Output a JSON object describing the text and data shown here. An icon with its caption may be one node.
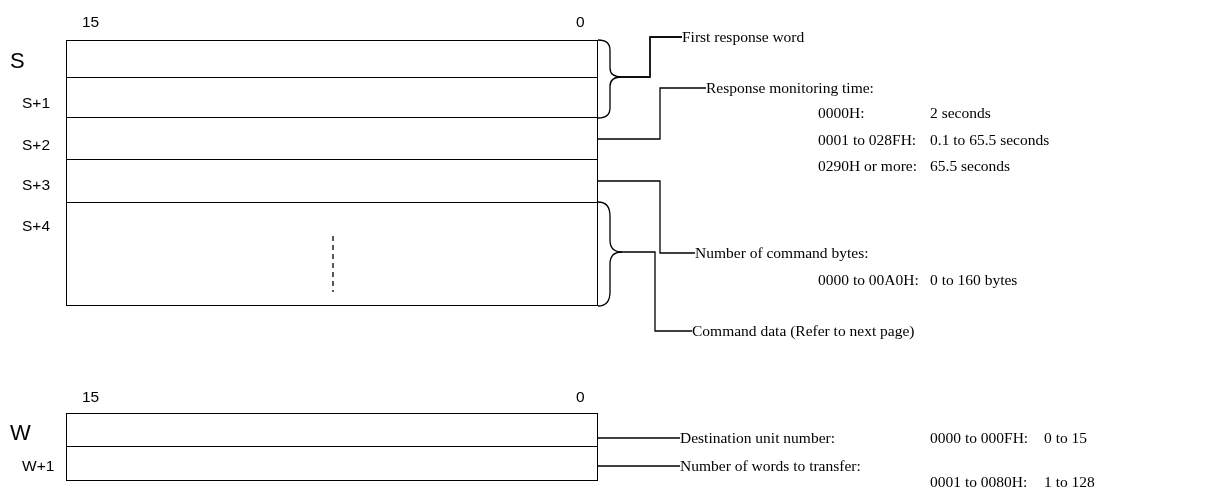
{
  "diagram": {
    "nodes": [
      {
        "text": [],
        "shape": "box",
        "beside": [
          "S"
        ]
      },
      {
        "text": [],
        "shape": "box",
        "beside": [
          "S+1"
        ]
      },
      {
        "text": [],
        "shape": "box",
        "beside": [
          "S+2"
        ]
      },
      {
        "text": [],
        "shape": "box",
        "beside": [
          "S+3"
        ]
      },
      {
        "text": [],
        "shape": "box",
        "beside": [
          "S+4"
        ]
      },
      {
        "text": [
          "First response word"
        ]
      },
      {
        "text": [
          "Response monitoring time:"
        ],
        "beside": [
          "0000H:",
          "2 seconds",
          "0001 to 028FH:",
          "0.1 to 65.5 seconds",
          "0290H or more:",
          "65.5 seconds"
        ]
      },
      {
        "text": [
          "Number of command bytes:"
        ],
        "beside": [
          "0000 to 00A0H:",
          "0 to 160 bytes"
        ]
      },
      {
        "text": [
          "Command data (Refer to next page)"
        ]
      },
      {
        "text": [],
        "shape": "box",
        "beside": [
          "W"
        ]
      },
      {
        "text": [],
        "shape": "box",
        "beside": [
          "W+1"
        ]
      },
      {
        "text": [
          "Destination unit number:"
        ],
        "beside": [
          "0000 to 000FH:",
          "0 to 15"
        ]
      },
      {
        "text": [
          "Number of words to transfer:"
        ],
        "beside": [
          "0001 to 0080H:",
          "1 to 128"
        ]
      }
    ],
    "edges": [
      {
        "from": 5,
        "to": 0,
        "arrow": "none"
      },
      {
        "from": 5,
        "to": 1,
        "arrow": "none"
      },
      {
        "from": 6,
        "to": 2,
        "arrow": "none"
      },
      {
        "from": 7,
        "to": 3,
        "arrow": "none"
      },
      {
        "from": 8,
        "to": 4,
        "arrow": "none"
      },
      {
        "from": 11,
        "to": 9,
        "arrow": "none"
      },
      {
        "from": 12,
        "to": 10,
        "arrow": "none"
      }
    ],
    "labels": [
      "15",
      "0",
      "15",
      "0"
    ]
  }
}
